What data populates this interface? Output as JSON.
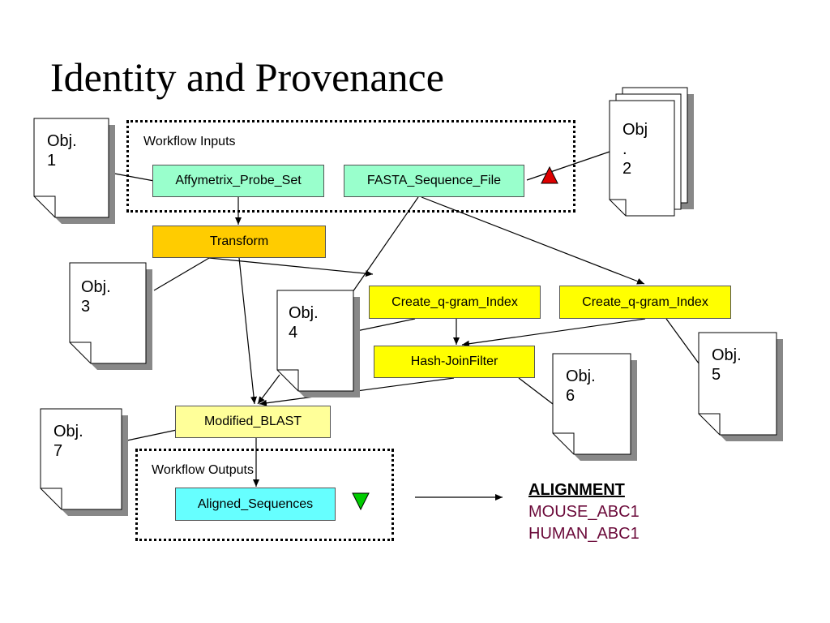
{
  "title": "Identity and Provenance",
  "colors": {
    "input_node": "#99ffcc",
    "transform_node": "#ffcc00",
    "process_node": "#ffff00",
    "blast_node": "#ffff99",
    "output_node": "#66ffff",
    "alignment_rows": "#6b0a3a",
    "red_marker": "#dd0000",
    "green_marker": "#00cc00"
  },
  "groups": {
    "inputs_label": "Workflow Inputs",
    "outputs_label": "Workflow Outputs"
  },
  "nodes": {
    "affymetrix": "Affymetrix_Probe_Set",
    "fasta": "FASTA_Sequence_File",
    "transform": "Transform",
    "qgram1": "Create_q-gram_Index",
    "qgram2": "Create_q-gram_Index",
    "hashjoin": "Hash-JoinFilter",
    "blast": "Modified_BLAST",
    "aligned": "Aligned_Sequences"
  },
  "objects": {
    "obj1": "Obj.\n1",
    "obj2": "Obj\n.\n2",
    "obj3": "Obj.\n3",
    "obj4": "Obj.\n4",
    "obj5": "Obj.\n5",
    "obj6": "Obj.\n6",
    "obj7": "Obj.\n7"
  },
  "markers": {
    "red": "red-triangle-up",
    "green": "green-triangle-down"
  },
  "alignment": {
    "header": "ALIGNMENT",
    "rows": [
      "MOUSE_ABC1",
      "HUMAN_ABC1"
    ]
  }
}
